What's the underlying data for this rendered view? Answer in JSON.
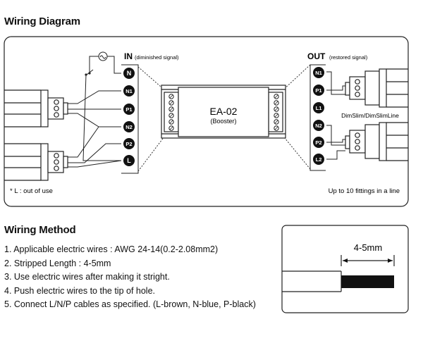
{
  "wiring_diagram": {
    "title": "Wiring Diagram",
    "in_label": "IN",
    "in_note": "(diminished signal)",
    "out_label": "OUT",
    "out_note": "(restored signal)",
    "device_name": "EA-02",
    "device_sub": "(Booster)",
    "left_terminals": [
      "N",
      "N1",
      "P1",
      "N2",
      "P2",
      "L"
    ],
    "right_terminals": [
      "N1",
      "P1",
      "L1",
      "N2",
      "P2",
      "L2"
    ],
    "fixture_label": "DimSlim/DimSlimLine",
    "footnote": "* L : out of use",
    "fittings_note": "Up to 10 fittings in a line"
  },
  "wiring_method": {
    "title": "Wiring Method",
    "steps": [
      "1. Applicable electric wires : AWG 24-14(0.2-2.08mm2)",
      "2. Stripped Length : 4-5mm",
      "3. Use electric wires after making it stright.",
      "4. Push electric wires to the tip of hole.",
      "5. Connect L/N/P cables as specified. (L-brown, N-blue, P-black)"
    ],
    "strip_length_label": "4-5mm"
  }
}
